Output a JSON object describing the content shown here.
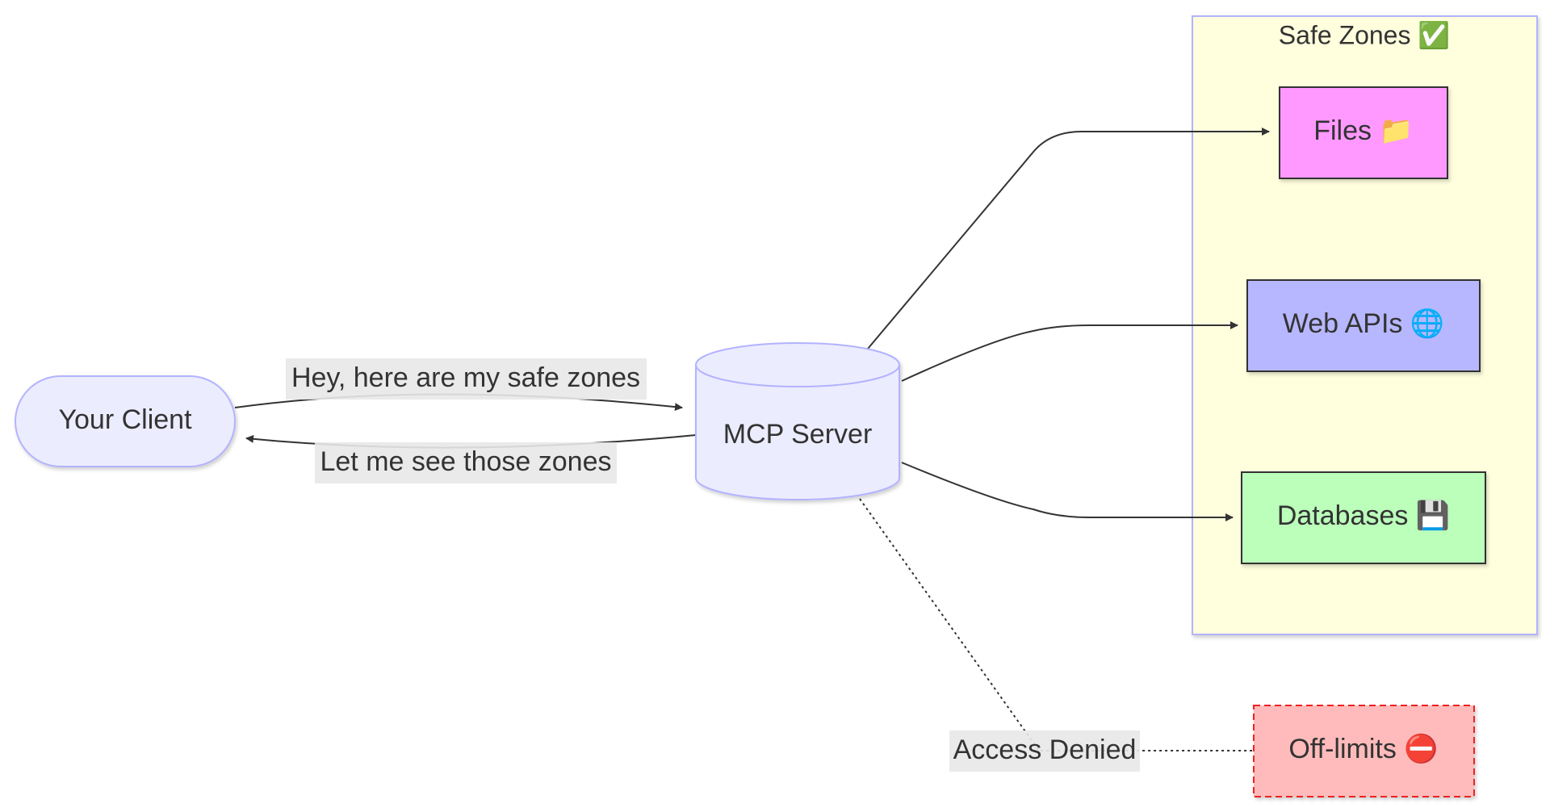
{
  "nodes": {
    "client": {
      "label": "Your Client"
    },
    "server": {
      "label": "MCP Server"
    },
    "files": {
      "label": "Files 📁",
      "color": "#ff99ff"
    },
    "web_apis": {
      "label": "Web APIs 🌐",
      "color": "#b7b7ff"
    },
    "databases": {
      "label": "Databases 💾",
      "color": "#bbffbb"
    },
    "off_limits": {
      "label": "Off-limits ⛔",
      "color": "#ffbbbb"
    }
  },
  "group": {
    "safe_zones": {
      "label": "Safe Zones ✅",
      "color": "#ffffde"
    }
  },
  "edges": {
    "client_to_server": {
      "label": "Hey, here are my safe zones"
    },
    "server_to_client": {
      "label": "Let me see those zones"
    },
    "denied": {
      "label": "Access Denied"
    }
  },
  "colors": {
    "node_fill": "#ececff",
    "node_stroke": "#9370db",
    "edge": "#333333",
    "edge_label_bg": "#e8e8e8",
    "off_limits_stroke": "#ee2222"
  }
}
